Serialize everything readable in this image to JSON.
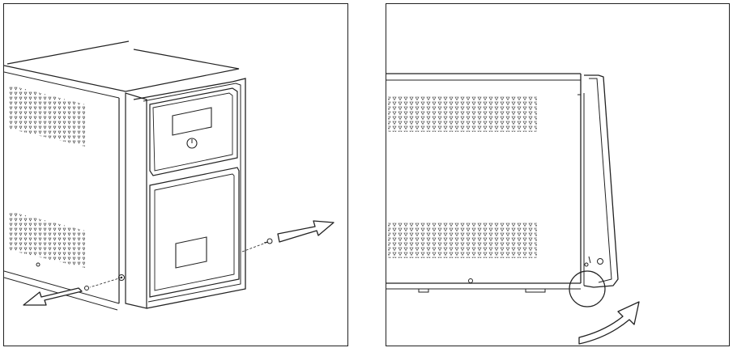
{
  "figure": {
    "panels": [
      {
        "id": "left",
        "content": "ups-front-panel-screw-removal"
      },
      {
        "id": "right",
        "content": "ups-front-panel-hinge-out"
      }
    ],
    "colors": {
      "line": "#222222",
      "background": "#ffffff",
      "vent": "#333333"
    },
    "icons": [
      "screw-icon",
      "arrow-right-icon",
      "arrow-left-icon",
      "curved-arrow-icon",
      "power-button-icon",
      "detail-circle-icon"
    ]
  }
}
